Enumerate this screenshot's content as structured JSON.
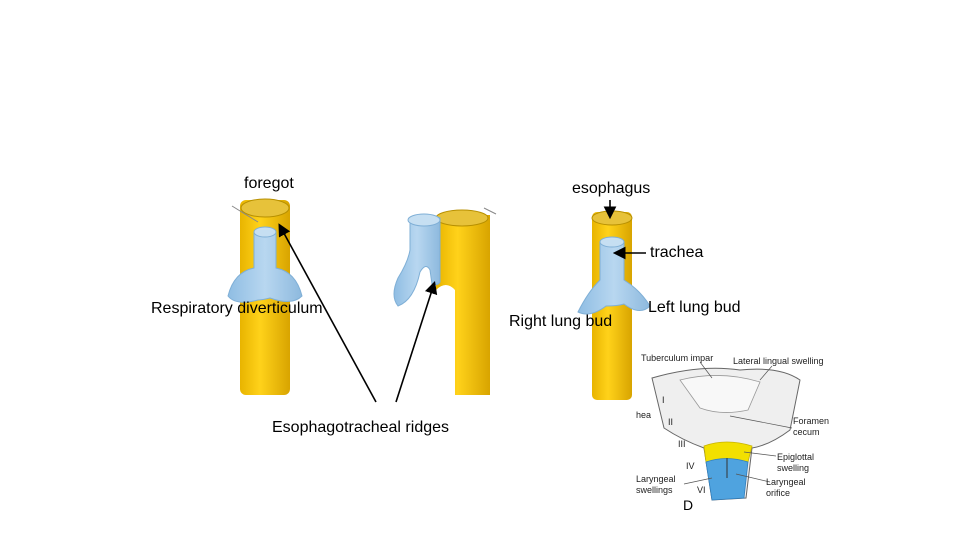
{
  "labels": {
    "foregut": "foregot",
    "esophagus": "esophagus",
    "trachea": "trachea",
    "respiratory_diverticulum": "Respiratory diverticulum",
    "right_lung_bud": "Right lung bud",
    "left_lung_bud": "Left lung bud",
    "esophagotracheal_ridges": "Esophagotracheal ridges"
  },
  "inset": {
    "tuberculum_impar": "Tuberculum impar",
    "lateral_lingual_swelling": "Lateral lingual swelling",
    "foramen_cecum": "Foramen\ncecum",
    "epiglottal_swelling": "Epiglottal\nswelling",
    "laryngeal_orifice": "Laryngeal\norifice",
    "laryngeal_swellings": "Laryngeal\nswellings",
    "hea": "hea",
    "arch_I": "I",
    "arch_II": "II",
    "arch_III": "III",
    "arch_IV": "IV",
    "arch_VI": "VI",
    "panel_letter": "D"
  },
  "colors": {
    "yellow": "#F5C400",
    "yellow_dark": "#D9A800",
    "blue": "#A9CDEB",
    "blue_dark": "#7FAFD6",
    "inset_blue": "#4FA3DF",
    "inset_yellow": "#F2E000"
  }
}
